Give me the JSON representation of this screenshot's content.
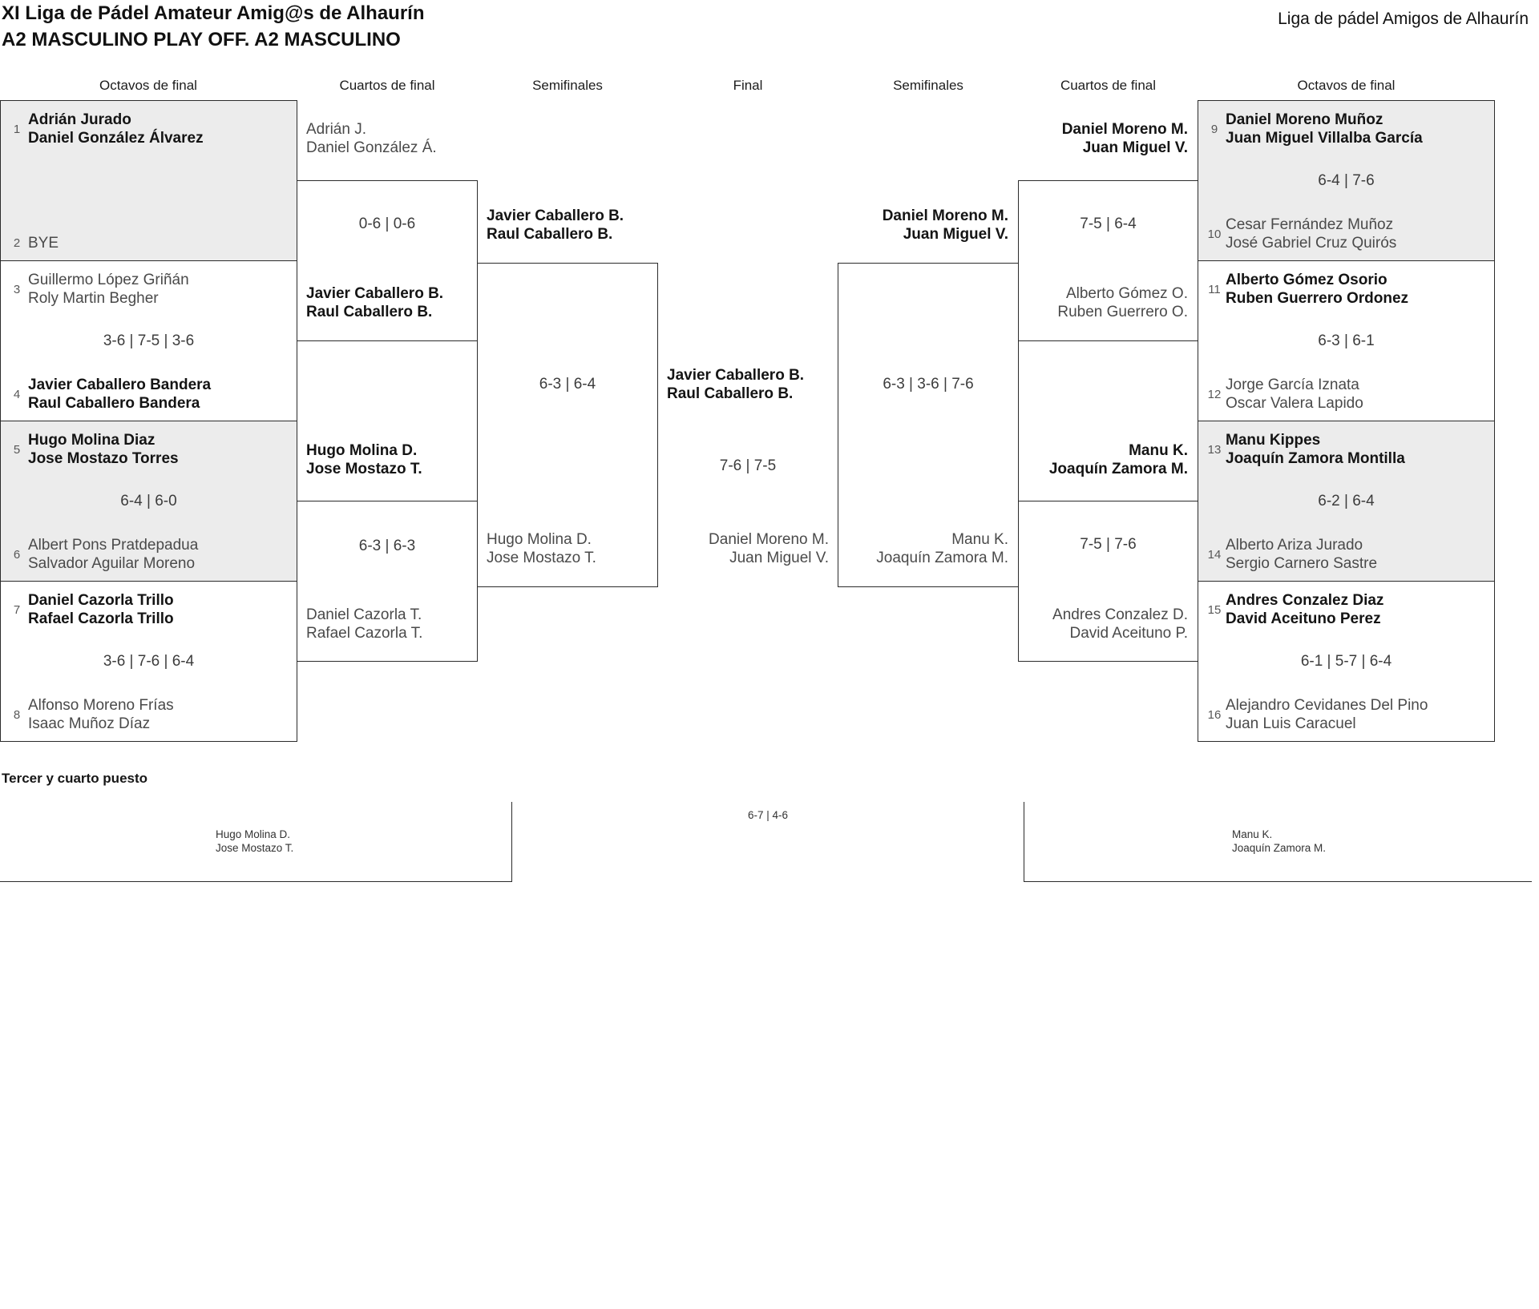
{
  "header": {
    "title_line1": "XI Liga de Pádel Amateur Amig@s de Alhaurín",
    "title_line2": "A2 MASCULINO PLAY OFF. A2 MASCULINO",
    "right_title": "Liga de pádel Amigos de Alhaurín"
  },
  "round_headers": [
    "Octavos de final",
    "Cuartos de final",
    "Semifinales",
    "Final",
    "Semifinales",
    "Cuartos de final",
    "Octavos de final"
  ],
  "colors": {
    "shade": "#ececec",
    "border": "#2b2b2b",
    "winner_text": "#141414",
    "loser_text": "#4a4a4a"
  },
  "octavos_left": [
    {
      "seed1": "1",
      "team1": [
        "Adrián Jurado",
        "Daniel González Álvarez"
      ],
      "team1_bold": true,
      "score": "",
      "seed2": "2",
      "team2": [
        "BYE"
      ],
      "team2_bold": false,
      "shaded": true
    },
    {
      "seed1": "3",
      "team1": [
        "Guillermo López Griñán",
        "Roly Martin Begher"
      ],
      "team1_bold": false,
      "score": "3-6 | 7-5 | 3-6",
      "seed2": "4",
      "team2": [
        "Javier Caballero Bandera",
        "Raul Caballero Bandera"
      ],
      "team2_bold": true,
      "shaded": false
    },
    {
      "seed1": "5",
      "team1": [
        "Hugo Molina Diaz",
        "Jose Mostazo Torres"
      ],
      "team1_bold": true,
      "score": "6-4 | 6-0",
      "seed2": "6",
      "team2": [
        "Albert Pons Pratdepadua",
        "Salvador Aguilar Moreno"
      ],
      "team2_bold": false,
      "shaded": true
    },
    {
      "seed1": "7",
      "team1": [
        "Daniel Cazorla Trillo",
        "Rafael Cazorla Trillo"
      ],
      "team1_bold": true,
      "score": "3-6 | 7-6 | 6-4",
      "seed2": "8",
      "team2": [
        "Alfonso Moreno Frías",
        "Isaac Muñoz Díaz"
      ],
      "team2_bold": false,
      "shaded": false
    }
  ],
  "octavos_right": [
    {
      "seed1": "9",
      "team1": [
        "Daniel Moreno Muñoz",
        "Juan Miguel Villalba García"
      ],
      "team1_bold": true,
      "score": "6-4 | 7-6",
      "seed2": "10",
      "team2": [
        "Cesar Fernández Muñoz",
        "José Gabriel Cruz Quirós"
      ],
      "team2_bold": false,
      "shaded": true
    },
    {
      "seed1": "11",
      "team1": [
        "Alberto Gómez Osorio",
        "Ruben Guerrero Ordonez"
      ],
      "team1_bold": true,
      "score": "6-3 | 6-1",
      "seed2": "12",
      "team2": [
        "Jorge García Iznata",
        "Oscar Valera Lapido"
      ],
      "team2_bold": false,
      "shaded": false
    },
    {
      "seed1": "13",
      "team1": [
        "Manu Kippes",
        "Joaquín Zamora Montilla"
      ],
      "team1_bold": true,
      "score": "6-2 | 6-4",
      "seed2": "14",
      "team2": [
        "Alberto Ariza Jurado",
        "Sergio Carnero Sastre"
      ],
      "team2_bold": false,
      "shaded": true
    },
    {
      "seed1": "15",
      "team1": [
        "Andres Conzalez Diaz",
        "David Aceituno Perez"
      ],
      "team1_bold": true,
      "score": "6-1 | 5-7 | 6-4",
      "seed2": "16",
      "team2": [
        "Alejandro Cevidanes Del Pino",
        "Juan Luis Caracuel"
      ],
      "team2_bold": false,
      "shaded": false
    }
  ],
  "cuartos_left": {
    "slots": [
      {
        "lines": [
          "Adrián J.",
          "Daniel González Á."
        ],
        "bold": false
      },
      {
        "lines": [
          "Javier Caballero B.",
          "Raul Caballero B."
        ],
        "bold": true
      },
      {
        "lines": [
          "Hugo Molina D.",
          "Jose Mostazo T."
        ],
        "bold": true
      },
      {
        "lines": [
          "Daniel Cazorla T.",
          "Rafael Cazorla T."
        ],
        "bold": false
      }
    ],
    "scores": [
      "0-6 | 0-6",
      "6-3 | 6-3"
    ]
  },
  "cuartos_right": {
    "slots": [
      {
        "lines": [
          "Daniel Moreno M.",
          "Juan Miguel V."
        ],
        "bold": true
      },
      {
        "lines": [
          "Alberto Gómez O.",
          "Ruben Guerrero O."
        ],
        "bold": false
      },
      {
        "lines": [
          "Manu K.",
          "Joaquín Zamora M."
        ],
        "bold": true
      },
      {
        "lines": [
          "Andres Conzalez D.",
          "David Aceituno P."
        ],
        "bold": false
      }
    ],
    "scores": [
      "7-5 | 6-4",
      "7-5 | 7-6"
    ]
  },
  "semis_left": {
    "top": {
      "lines": [
        "Javier Caballero B.",
        "Raul Caballero B."
      ],
      "bold": true
    },
    "bottom": {
      "lines": [
        "Hugo Molina D.",
        "Jose Mostazo T."
      ],
      "bold": false
    },
    "score": "6-3 | 6-4"
  },
  "semis_right": {
    "top": {
      "lines": [
        "Daniel Moreno M.",
        "Juan Miguel V."
      ],
      "bold": true
    },
    "bottom": {
      "lines": [
        "Manu K.",
        "Joaquín Zamora M."
      ],
      "bold": false
    },
    "score": "6-3 | 3-6 | 7-6"
  },
  "final": {
    "top": {
      "lines": [
        "Javier Caballero B.",
        "Raul Caballero B."
      ],
      "bold": true
    },
    "bottom": {
      "lines": [
        "Daniel Moreno M.",
        "Juan Miguel V."
      ],
      "bold": false
    },
    "score": "7-6 | 7-5"
  },
  "third_place": {
    "heading": "Tercer y cuarto puesto",
    "left_team": [
      "Hugo Molina D.",
      "Jose Mostazo T."
    ],
    "right_team": [
      "Manu K.",
      "Joaquín Zamora M."
    ],
    "score": "6-7 | 4-6"
  }
}
